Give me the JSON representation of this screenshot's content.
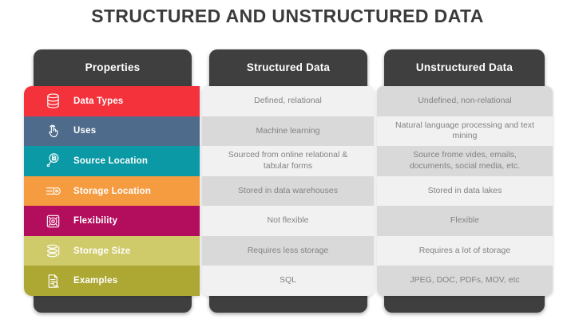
{
  "title": "STRUCTURED AND UNSTRUCTURED DATA",
  "columns": {
    "properties": {
      "header": "Properties"
    },
    "structured": {
      "header": "Structured Data"
    },
    "unstructured": {
      "header": "Unstructured Data"
    }
  },
  "rows": [
    {
      "property": "Data Types",
      "icon": "database-icon",
      "color": "#f4323b",
      "structured": "Defined, relational",
      "unstructured": "Undefined, non-relational"
    },
    {
      "property": "Uses",
      "icon": "click-hand-icon",
      "color": "#4e6b8c",
      "structured": "Machine learning",
      "unstructured": "Natural language processing and text mining"
    },
    {
      "property": "Source Location",
      "icon": "magnifier-document-icon",
      "color": "#0b9aa5",
      "structured": "Sourced from online relational & tabular forms",
      "unstructured": "Source frome vides, emails, documents, social media, etc."
    },
    {
      "property": "Storage Location",
      "icon": "server-pin-icon",
      "color": "#f59b40",
      "structured": "Stored in data warehouses",
      "unstructured": "Stored in data lakes"
    },
    {
      "property": "Flexibility",
      "icon": "flexibility-icon",
      "color": "#b30d5e",
      "structured": "Not flexible",
      "unstructured": "Flexible"
    },
    {
      "property": "Storage Size",
      "icon": "storage-stack-icon",
      "color": "#cfca6a",
      "structured": "Requires less storage",
      "unstructured": "Requires a lot of storage"
    },
    {
      "property": "Examples",
      "icon": "document-search-icon",
      "color": "#ada733",
      "structured": "SQL",
      "unstructured": "JPEG, DOC, PDFs, MOV, etc"
    }
  ],
  "colors": {
    "card_dark": "#3f3f3f",
    "cell_light": "#f1f1f1",
    "cell_dark": "#d9d9d9",
    "cell_text": "#828282",
    "title_text": "#3b3b3b",
    "row_label_text": "#ffffff"
  }
}
